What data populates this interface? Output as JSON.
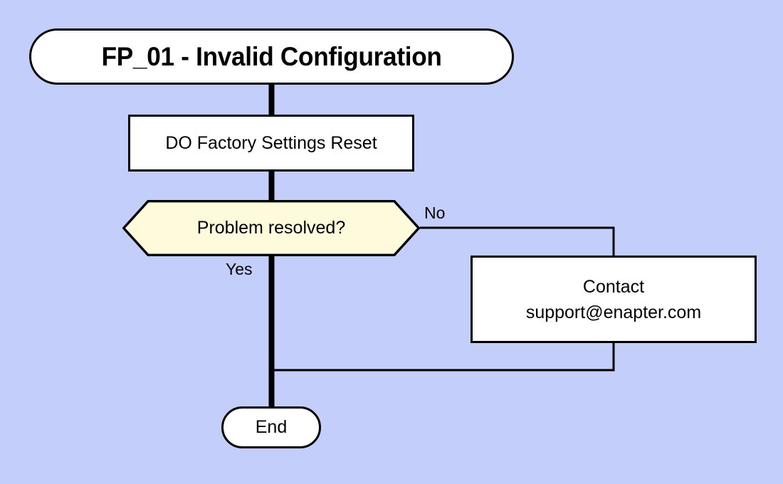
{
  "diagram": {
    "type": "flowchart",
    "background_color": "#c3cefb",
    "stroke_color": "#000000",
    "nodes": {
      "title": {
        "shape": "stadium",
        "label": "FP_01 - Invalid Configuration",
        "fill": "#ffffff"
      },
      "reset": {
        "shape": "rectangle",
        "label": "DO Factory Settings Reset",
        "fill": "#ffffff"
      },
      "decision": {
        "shape": "hexagon",
        "label": "Problem resolved?",
        "fill": "#fdfbdc"
      },
      "contact": {
        "shape": "rectangle",
        "line1": "Contact",
        "line2": "support@enapter.com",
        "fill": "#ffffff"
      },
      "end": {
        "shape": "stadium",
        "label": "End",
        "fill": "#ffffff"
      }
    },
    "edges": {
      "title_to_reset": {
        "label": ""
      },
      "reset_to_decision": {
        "label": ""
      },
      "decision_no": {
        "label": "No"
      },
      "decision_yes": {
        "label": "Yes"
      },
      "contact_to_join": {
        "label": ""
      },
      "join_to_end": {
        "label": ""
      }
    }
  }
}
